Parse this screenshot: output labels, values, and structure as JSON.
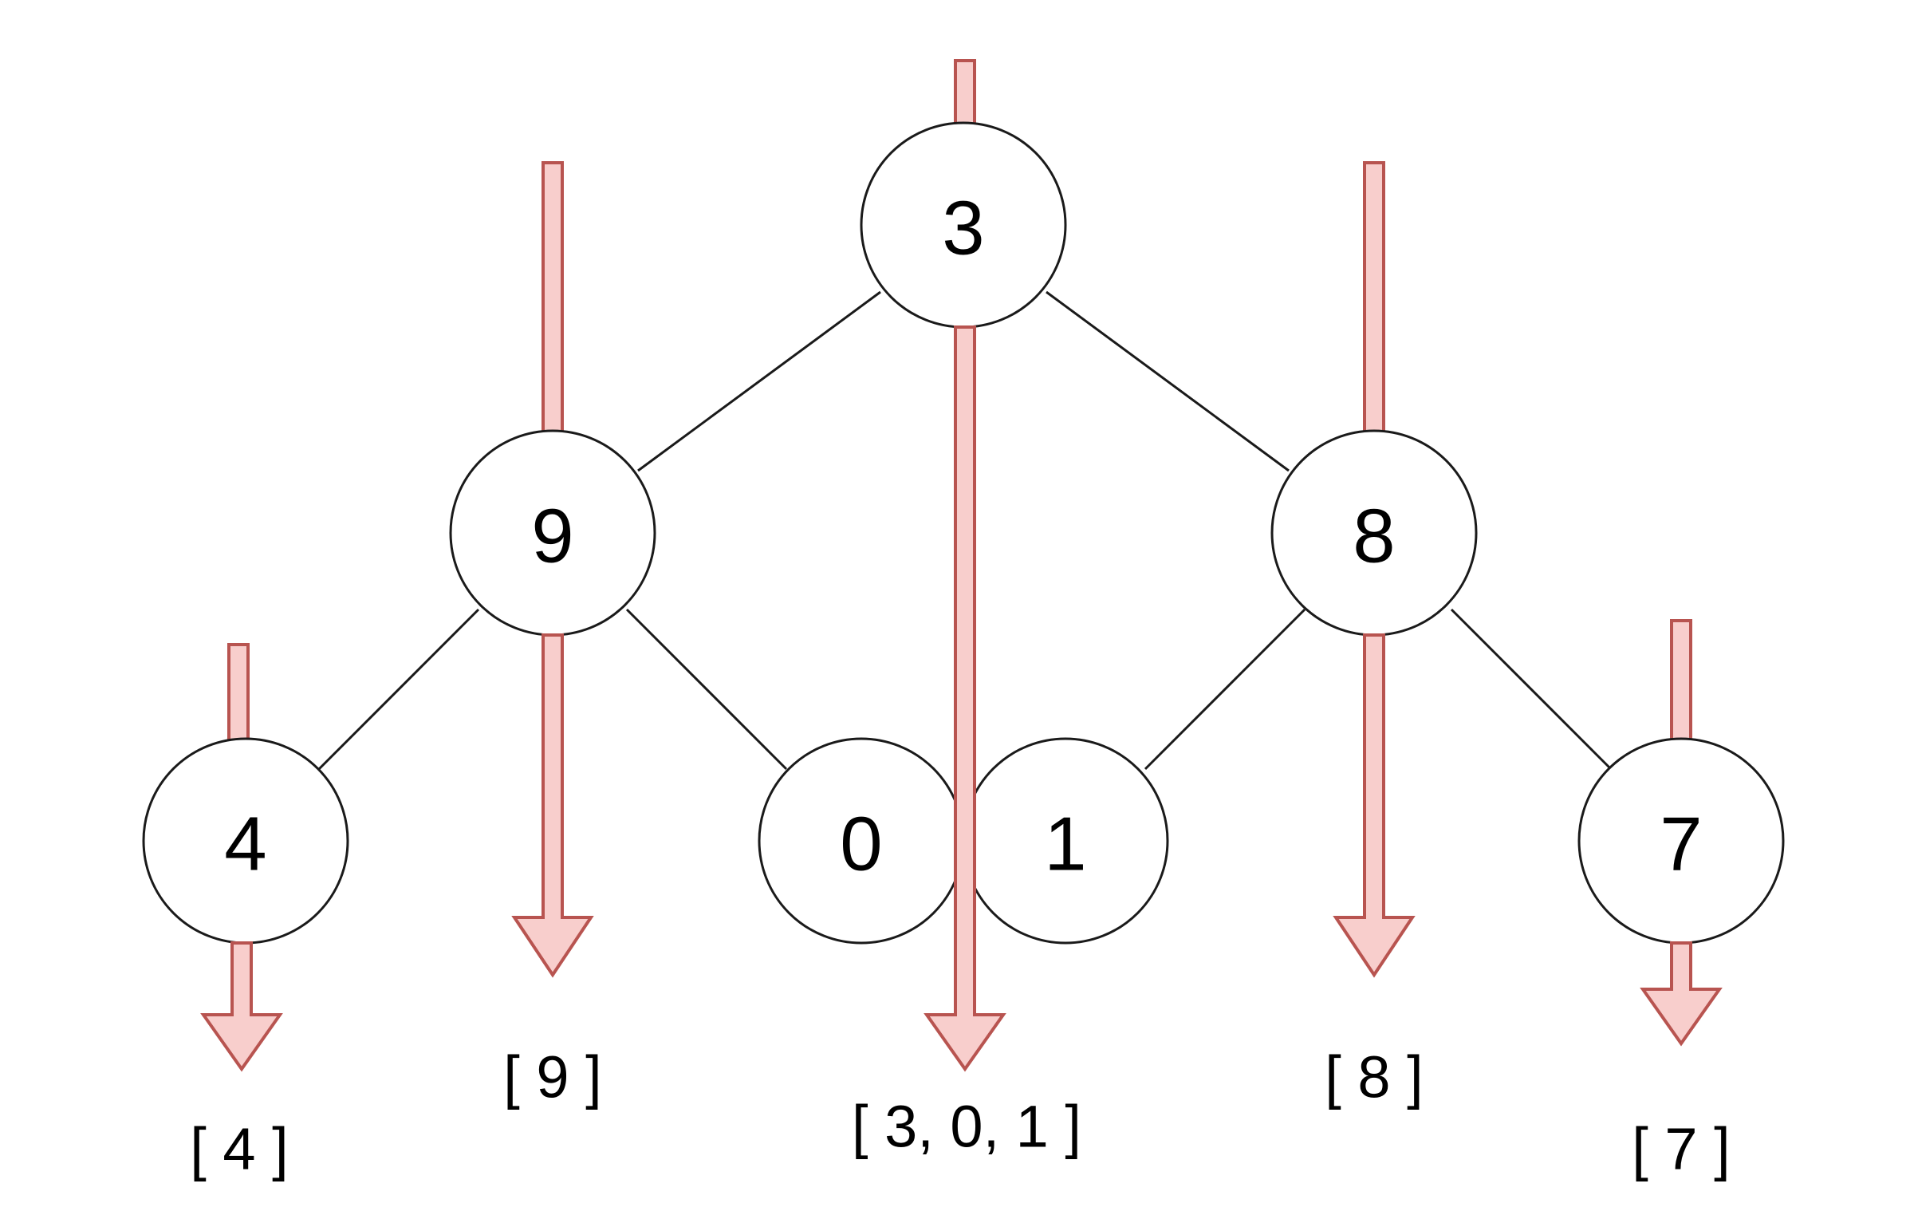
{
  "tree": {
    "nodes": [
      {
        "id": "n3",
        "value": "3"
      },
      {
        "id": "n9",
        "value": "9"
      },
      {
        "id": "n8",
        "value": "8"
      },
      {
        "id": "n4",
        "value": "4"
      },
      {
        "id": "n0",
        "value": "0"
      },
      {
        "id": "n1",
        "value": "1"
      },
      {
        "id": "n7",
        "value": "7"
      }
    ],
    "edges": [
      {
        "from": "n3",
        "to": "n9"
      },
      {
        "from": "n3",
        "to": "n8"
      },
      {
        "from": "n9",
        "to": "n4"
      },
      {
        "from": "n9",
        "to": "n0"
      },
      {
        "from": "n8",
        "to": "n1"
      },
      {
        "from": "n8",
        "to": "n7"
      }
    ]
  },
  "columns": [
    {
      "id": "col-4",
      "label": "[ 4 ]"
    },
    {
      "id": "col-9",
      "label": "[ 9 ]"
    },
    {
      "id": "col-301",
      "label": "[ 3, 0, 1 ]"
    },
    {
      "id": "col-8",
      "label": "[ 8 ]"
    },
    {
      "id": "col-7",
      "label": "[ 7 ]"
    }
  ],
  "colors": {
    "arrow_fill": "#f8cecc",
    "arrow_stroke": "#b85450",
    "node_stroke": "#1a1a1a",
    "node_fill": "#ffffff"
  }
}
